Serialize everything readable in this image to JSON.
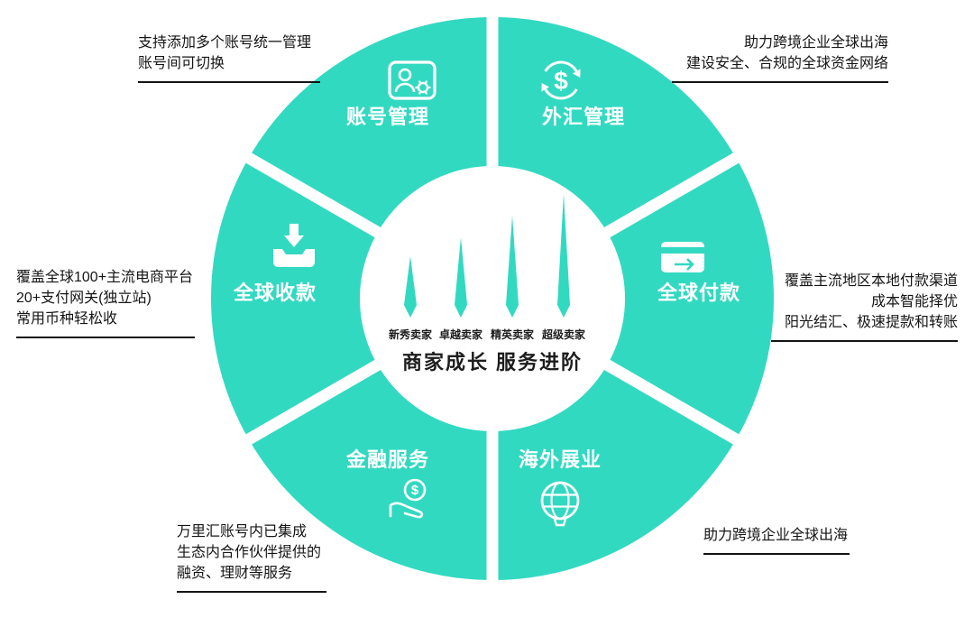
{
  "colors": {
    "accent": "#32d9c1",
    "text": "#151515",
    "white": "#ffffff"
  },
  "center": {
    "seller_levels": [
      "新秀卖家",
      "卓越卖家",
      "精英卖家",
      "超级卖家"
    ],
    "caption": "商家成长 服务进阶"
  },
  "segments": [
    {
      "id": "account-management",
      "label": "账号管理"
    },
    {
      "id": "forex-management",
      "label": "外汇管理"
    },
    {
      "id": "global-payment",
      "label": "全球付款"
    },
    {
      "id": "overseas-business",
      "label": "海外展业"
    },
    {
      "id": "financial-services",
      "label": "金融服务"
    },
    {
      "id": "global-collection",
      "label": "全球收款"
    }
  ],
  "annotations": {
    "top_left": {
      "lines": [
        "支持添加多个账号统一管理",
        "账号间可切换"
      ]
    },
    "top_right": {
      "lines": [
        "助力跨境企业全球出海",
        "建设安全、合规的全球资金网络"
      ]
    },
    "left": {
      "lines": [
        "覆盖全球100+主流电商平台",
        "20+支付网关(独立站)",
        "常用币种轻松收"
      ]
    },
    "right": {
      "lines": [
        "覆盖主流地区本地付款渠道",
        "成本智能择优",
        "阳光结汇、极速提款和转账"
      ]
    },
    "bottom_left": {
      "lines": [
        "万里汇账号内已集成",
        "生态内合作伙伴提供的",
        "融资、理财等服务"
      ]
    },
    "bottom_right": {
      "lines": [
        "助力跨境企业全球出海"
      ]
    }
  }
}
